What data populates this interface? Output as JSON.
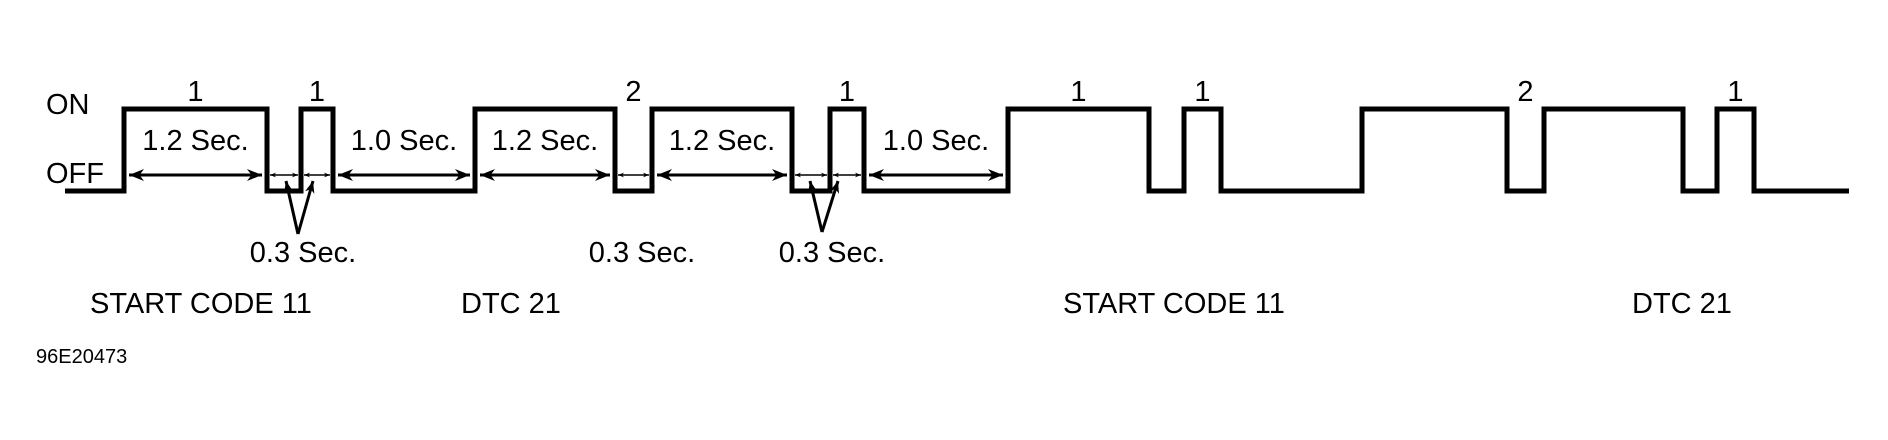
{
  "level_labels": {
    "on": "ON",
    "off": "OFF"
  },
  "figure_id": "96E20473",
  "colors": {
    "line": "#000000",
    "background": "#ffffff"
  },
  "sequence": [
    {
      "state": "off"
    },
    {
      "state": "on",
      "duration_sec": 1.2,
      "count_label": "1",
      "dimension_label": "1.2 Sec."
    },
    {
      "state": "off",
      "duration_sec": 0.3
    },
    {
      "state": "on",
      "duration_sec": 0.3,
      "count_label": "1"
    },
    {
      "state": "off",
      "duration_sec": 1.0,
      "dimension_label": "1.0 Sec."
    },
    {
      "state": "on",
      "duration_sec": 1.2,
      "dimension_label": "1.2 Sec."
    },
    {
      "state": "off",
      "duration_sec": 0.3,
      "count_label": "2"
    },
    {
      "state": "on",
      "duration_sec": 1.2,
      "dimension_label": "1.2 Sec."
    },
    {
      "state": "off",
      "duration_sec": 0.3
    },
    {
      "state": "on",
      "duration_sec": 0.3,
      "count_label": "1"
    },
    {
      "state": "off",
      "duration_sec": 1.0,
      "dimension_label": "1.0 Sec."
    },
    {
      "state": "on",
      "duration_sec": 1.2,
      "count_label": "1"
    },
    {
      "state": "off",
      "duration_sec": 0.3
    },
    {
      "state": "on",
      "duration_sec": 0.3,
      "count_label": "1"
    },
    {
      "state": "off",
      "duration_sec": 1.0
    },
    {
      "state": "on",
      "duration_sec": 1.2
    },
    {
      "state": "off",
      "duration_sec": 0.3,
      "count_label": "2"
    },
    {
      "state": "on",
      "duration_sec": 1.2
    },
    {
      "state": "off",
      "duration_sec": 0.3
    },
    {
      "state": "on",
      "duration_sec": 0.3,
      "count_label": "1"
    },
    {
      "state": "off"
    }
  ],
  "gap_callouts": [
    {
      "label": "0.3 Sec.",
      "kind": "double"
    },
    {
      "label": "0.3 Sec.",
      "kind": "single"
    },
    {
      "label": "0.3 Sec.",
      "kind": "double"
    }
  ],
  "groups": [
    {
      "label": "START CODE 11"
    },
    {
      "label": "DTC 21"
    },
    {
      "label": "START CODE 11"
    },
    {
      "label": "DTC 21"
    }
  ]
}
